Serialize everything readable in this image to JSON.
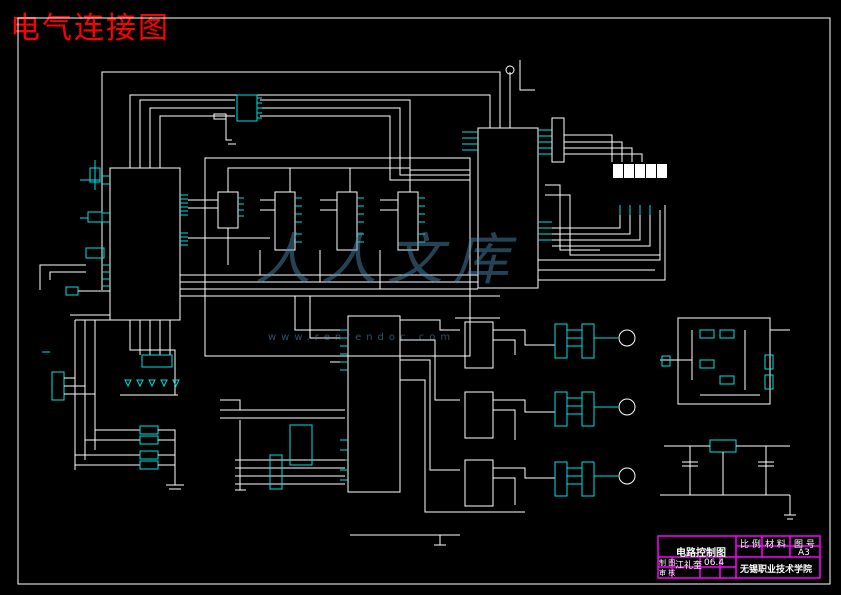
{
  "title": "电气连接图",
  "title_block": {
    "drawing_name": "电路控制图",
    "scale_label": "比 例",
    "material_label": "材 料",
    "drawing_no_label": "图 号",
    "sheet_size": "A3",
    "drawer_label": "制 图",
    "drawer_name": "江礼奎",
    "date": "06.4",
    "reviewer_label": "审 核",
    "school": "无锡职业技术学院"
  },
  "watermark": {
    "text": "人人文库",
    "url": "www.renrendoc.com"
  },
  "colors": {
    "background": "#000000",
    "wire": "#ffffff",
    "component": "#00e0e0",
    "title": "#ff0000",
    "title_block": "#ff00ff"
  }
}
